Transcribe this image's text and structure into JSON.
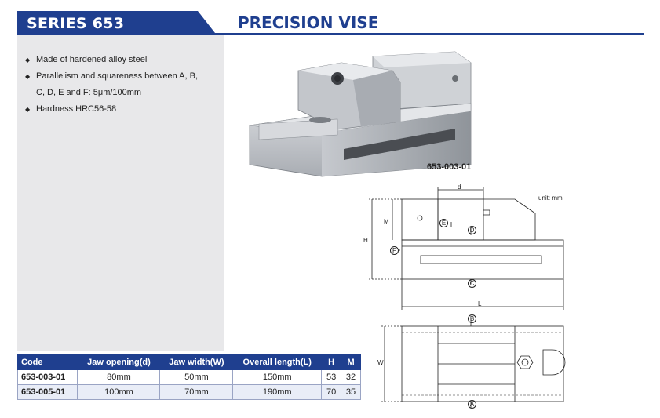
{
  "header": {
    "series": "SERIES 653",
    "title": "PRECISION VISE",
    "accent": "#1f3f8f"
  },
  "features": [
    "Made of hardened alloy steel",
    "Parallelism and squareness between A, B,",
    "C, D, E and F: 5μm/100mm",
    "Hardness HRC56-58"
  ],
  "photo": {
    "model": "653-003-01"
  },
  "drawing": {
    "unit": "unit: mm",
    "labels": {
      "d": "d",
      "M": "M",
      "H": "H",
      "L": "L",
      "W": "W"
    },
    "faces": [
      "A",
      "B",
      "C",
      "D",
      "E",
      "F"
    ]
  },
  "table": {
    "headers": [
      "Code",
      "Jaw opening(d)",
      "Jaw width(W)",
      "Overall length(L)",
      "H",
      "M"
    ],
    "rows": [
      [
        "653-003-01",
        "80mm",
        "50mm",
        "150mm",
        "53",
        "32"
      ],
      [
        "653-005-01",
        "100mm",
        "70mm",
        "190mm",
        "70",
        "35"
      ]
    ]
  }
}
